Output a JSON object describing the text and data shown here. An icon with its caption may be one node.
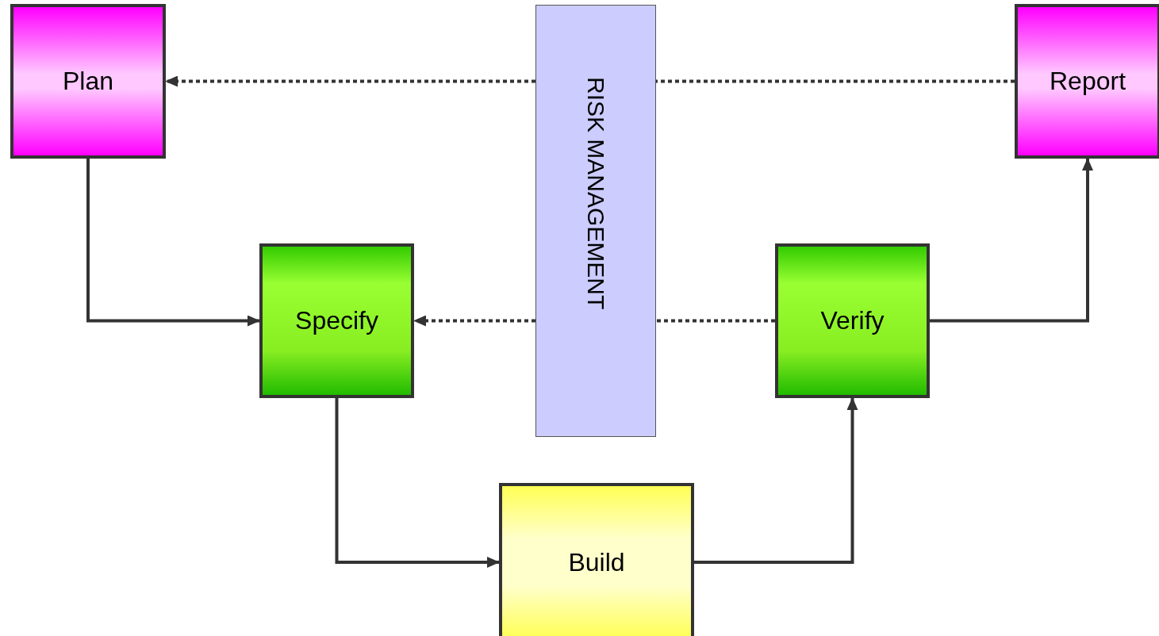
{
  "diagram": {
    "nodes": [
      {
        "text": [
          "Plan"
        ]
      },
      {
        "text": [
          "RISK MANAGEMENT"
        ]
      },
      {
        "text": [
          "Report"
        ]
      },
      {
        "text": [
          "Specify"
        ]
      },
      {
        "text": [
          "Verify"
        ]
      },
      {
        "text": [
          "Build"
        ]
      }
    ],
    "edges": [
      {
        "from": 2,
        "to": 1,
        "arrow": "none",
        "style": "dashed"
      },
      {
        "from": 1,
        "to": 0,
        "arrow": "to",
        "style": "dashed"
      },
      {
        "from": 0,
        "to": 3,
        "arrow": "to"
      },
      {
        "from": 4,
        "to": 1,
        "arrow": "none",
        "style": "dashed"
      },
      {
        "from": 1,
        "to": 3,
        "arrow": "to",
        "style": "dashed"
      },
      {
        "from": 3,
        "to": 5,
        "arrow": "to"
      },
      {
        "from": 5,
        "to": 4,
        "arrow": "to"
      },
      {
        "from": 4,
        "to": 2,
        "arrow": "to"
      }
    ]
  }
}
